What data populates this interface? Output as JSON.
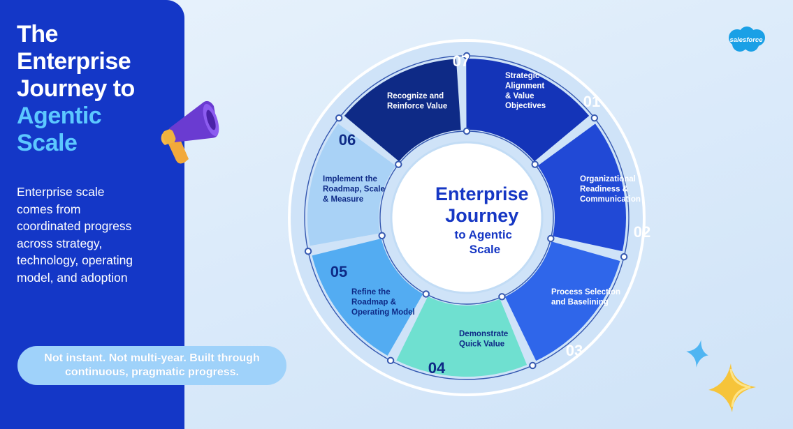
{
  "sidebar": {
    "title_lines": [
      "The",
      "Enterprise",
      "Journey to"
    ],
    "title_accent_lines": [
      "Agentic",
      "Scale"
    ],
    "description_lines": [
      "Enterprise scale",
      "comes from",
      "coordinated progress",
      "across strategy,",
      "technology, operating",
      "model, and adoption"
    ]
  },
  "tagline_lines": [
    "Not instant. Not multi-year. Built through",
    "continuous, pragmatic progress."
  ],
  "logo_text": "salesforce",
  "center": {
    "title_lines": [
      "Enterprise",
      "Journey"
    ],
    "subtitle_lines": [
      "to Agentic",
      "Scale"
    ]
  },
  "colors": {
    "seg01": "#1434b8",
    "seg02": "#2149d6",
    "seg03": "#2f66ea",
    "seg04": "#6fe0d0",
    "seg05": "#53acf2",
    "seg06": "#a9d2f6",
    "seg07": "#0e2a86",
    "ring_outer": "#cfe3f8",
    "ring_track": "#3558b0",
    "center_text": "#1637c4",
    "left_panel": "#1437c7"
  },
  "stages": [
    {
      "number": "01",
      "label_lines": [
        "Strategic",
        "Alignment",
        "& Value",
        "Objectives"
      ]
    },
    {
      "number": "02",
      "label_lines": [
        "Organizational",
        "Readiness &",
        "Communication"
      ]
    },
    {
      "number": "03",
      "label_lines": [
        "Process Selection",
        "and Baselining"
      ]
    },
    {
      "number": "04",
      "label_lines": [
        "Demonstrate",
        "Quick Value"
      ]
    },
    {
      "number": "05",
      "label_lines": [
        "Refine the",
        "Roadmap &",
        "Operating Model"
      ]
    },
    {
      "number": "06",
      "label_lines": [
        "Implement the",
        "Roadmap, Scale",
        "& Measure"
      ]
    },
    {
      "number": "07",
      "label_lines": [
        "Recognize and",
        "Reinforce Value"
      ]
    }
  ]
}
